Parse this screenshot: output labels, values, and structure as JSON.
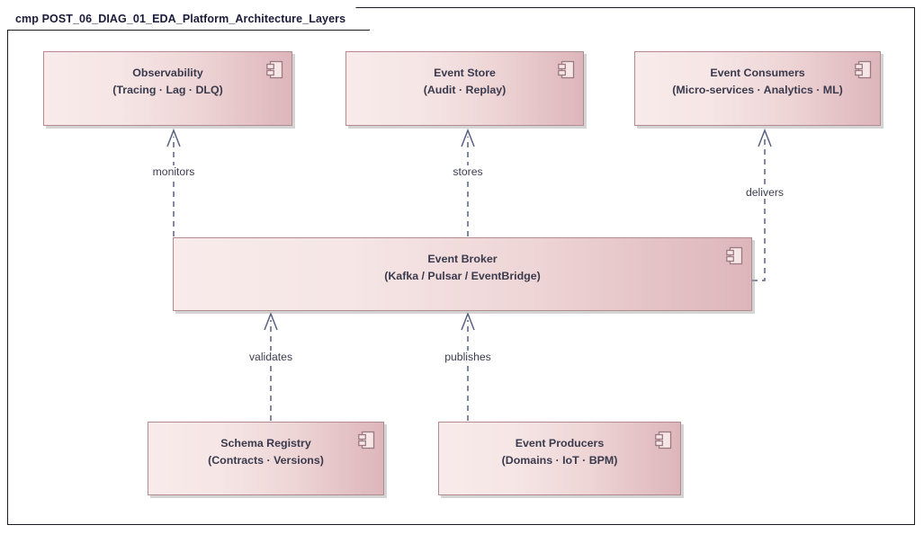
{
  "diagram": {
    "kind_prefix": "cmp",
    "frame_label": "cmp POST_06_DIAG_01_EDA_Platform_Architecture_Layers",
    "name": "POST_06_DIAG_01_EDA_Platform_Architecture_Layers",
    "notation": "UML Component Diagram",
    "colors": {
      "frame_border": "#1b1b28",
      "component_border": "#b08c91",
      "component_fill_light": "#f8ebea",
      "component_fill_dark": "#ddb6bb",
      "connector": "#5a6080",
      "text": "#3a3a4d",
      "shadow": "#a0a0a0",
      "background": "#ffffff"
    }
  },
  "components": [
    {
      "id": "observability",
      "title": "Observability",
      "subtitle": "(Tracing · Lag · DLQ)",
      "icon": "uml-component-icon"
    },
    {
      "id": "event-store",
      "title": "Event Store",
      "subtitle": "(Audit · Replay)",
      "icon": "uml-component-icon"
    },
    {
      "id": "event-consumers",
      "title": "Event Consumers",
      "subtitle": "(Micro-services · Analytics · ML)",
      "icon": "uml-component-icon"
    },
    {
      "id": "event-broker",
      "title": "Event Broker",
      "subtitle": "(Kafka / Pulsar / EventBridge)",
      "icon": "uml-component-icon"
    },
    {
      "id": "schema-registry",
      "title": "Schema Registry",
      "subtitle": "(Contracts · Versions)",
      "icon": "uml-component-icon"
    },
    {
      "id": "event-producers",
      "title": "Event Producers",
      "subtitle": "(Domains · IoT · BPM)",
      "icon": "uml-component-icon"
    }
  ],
  "connectors": [
    {
      "id": "monitors",
      "label": "monitors",
      "source": "event-broker",
      "target": "observability",
      "type": "dependency"
    },
    {
      "id": "stores",
      "label": "stores",
      "source": "event-broker",
      "target": "event-store",
      "type": "dependency"
    },
    {
      "id": "delivers",
      "label": "delivers",
      "source": "event-broker",
      "target": "event-consumers",
      "type": "dependency"
    },
    {
      "id": "validates",
      "label": "validates",
      "source": "schema-registry",
      "target": "event-broker",
      "type": "dependency"
    },
    {
      "id": "publishes",
      "label": "publishes",
      "source": "event-producers",
      "target": "event-broker",
      "type": "dependency"
    }
  ]
}
